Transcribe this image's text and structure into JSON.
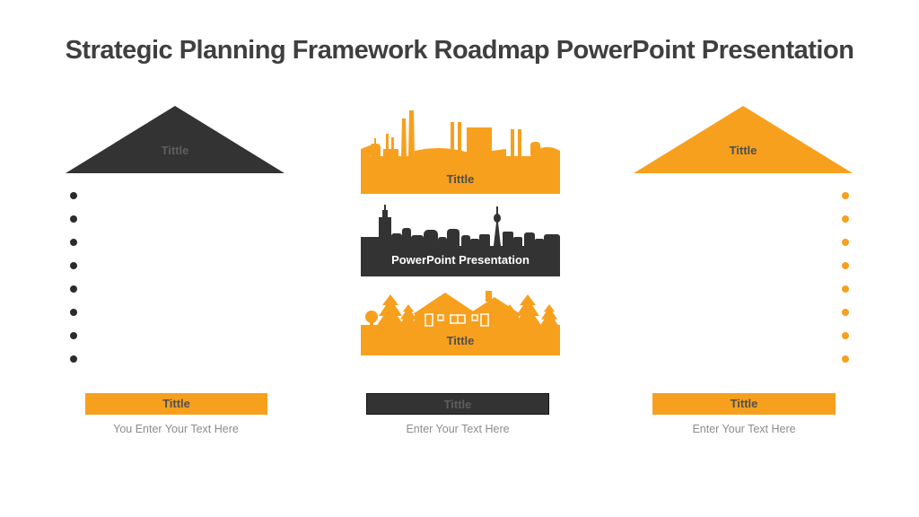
{
  "title": "Strategic Planning Framework Roadmap PowerPoint Presentation",
  "colors": {
    "orange": "#F7A01E",
    "dark": "#333333",
    "title_text": "#3F3F3F",
    "label_on_orange": "#4F4F4F",
    "label_on_dark": "#5E5E5E",
    "caption_text": "#8C8C8C",
    "city_label_text": "#FFFFFF"
  },
  "columns": {
    "left": {
      "triangle_label": "Tittle",
      "dots_count": 8,
      "bar_label": "Tittle",
      "caption": "You Enter Your Text Here"
    },
    "middle": {
      "factory_label": "Tittle",
      "city_label": "PowerPoint Presentation",
      "houses_label": "Tittle",
      "bar_label": "Tittle",
      "caption": "Enter Your Text Here"
    },
    "right": {
      "triangle_label": "Tittle",
      "dots_count": 8,
      "bar_label": "Tittle",
      "caption": "Enter Your Text Here"
    }
  }
}
